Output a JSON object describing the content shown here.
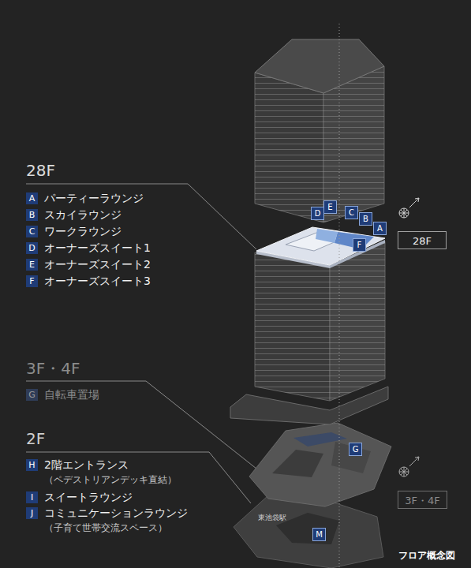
{
  "diagram": {
    "caption": "フロア概念図",
    "nodes": [
      {
        "text": [
          "A",
          "パーティーラウンジ"
        ]
      },
      {
        "text": [
          "B",
          "スカイラウンジ"
        ]
      },
      {
        "text": [
          "C",
          "ワークラウンジ"
        ]
      },
      {
        "text": [
          "D",
          "オーナーズスイート1"
        ]
      },
      {
        "text": [
          "E",
          "オーナーズスイート2"
        ]
      },
      {
        "text": [
          "F",
          "オーナーズスイート3"
        ]
      },
      {
        "text": [
          "D"
        ]
      },
      {
        "text": [
          "E"
        ]
      },
      {
        "text": [
          "C"
        ]
      },
      {
        "text": [
          "B"
        ]
      },
      {
        "text": [
          "A"
        ]
      },
      {
        "text": [
          "F"
        ]
      },
      {
        "text": [
          "28F"
        ]
      },
      {
        "text": [
          "G",
          "自転車置場"
        ]
      },
      {
        "text": [
          "H",
          "2階エントランス",
          "（ペデストリアンデッキ直結）"
        ]
      },
      {
        "text": [
          "I",
          "スイートラウンジ"
        ]
      },
      {
        "text": [
          "J",
          "コミュニケーションラウンジ",
          "（子育て世帯交流スペース）"
        ]
      },
      {
        "text": [
          "G"
        ]
      },
      {
        "text": [
          "3F・4F"
        ]
      },
      {
        "text": [
          "M"
        ]
      }
    ],
    "labels": [
      "28F",
      "3F・4F",
      "2F",
      "東池袋駅"
    ]
  }
}
